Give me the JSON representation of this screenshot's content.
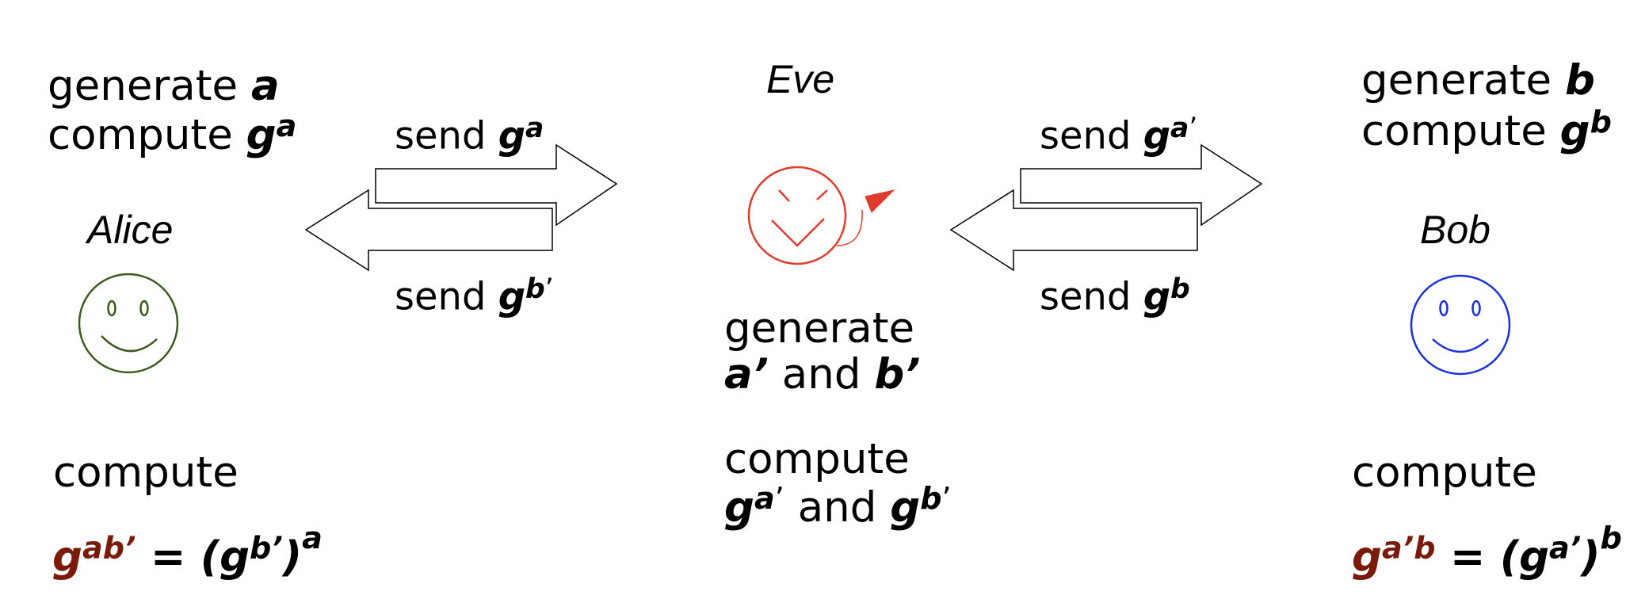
{
  "alice": {
    "line1_prefix": "generate ",
    "line1_var": "a",
    "line2_prefix": "compute ",
    "line2_base": "g",
    "line2_exp": "a",
    "name": "Alice",
    "compute_label": "compute",
    "result": {
      "lhs_base": "g",
      "lhs_exp": "ab’",
      "eq": " = (",
      "rhs_base": "g",
      "rhs_exp": "b’",
      "close": ")",
      "outer_exp": "a"
    },
    "face_color": "#3d5a1e"
  },
  "eve": {
    "name": "Eve",
    "gen_line1": "generate",
    "gen_var1": "a’",
    "gen_and": " and ",
    "gen_var2": "b’",
    "compute_label": "compute",
    "comp_base1": "g",
    "comp_exp1": "a",
    "comp_prime1": "’",
    "comp_and": " and ",
    "comp_base2": "g",
    "comp_exp2": "b",
    "comp_prime2": "’",
    "face_color": "#e03c2e"
  },
  "bob": {
    "line1_prefix": "generate ",
    "line1_var": "b",
    "line2_prefix": "compute ",
    "line2_base": "g",
    "line2_exp": "b",
    "name": "Bob",
    "compute_label": "compute",
    "result": {
      "lhs_base": "g",
      "lhs_exp": "a’b",
      "eq": " = (",
      "rhs_base": "g",
      "rhs_exp": "a’",
      "close": ")",
      "outer_exp": "b"
    },
    "face_color": "#1a2fe0"
  },
  "arrows": {
    "alice_to_eve": {
      "prefix": "send ",
      "base": "g",
      "exp": "a",
      "prime": ""
    },
    "eve_to_alice": {
      "prefix": "send ",
      "base": "g",
      "exp": "b",
      "prime": "’"
    },
    "eve_to_bob": {
      "prefix": "send ",
      "base": "g",
      "exp": "a",
      "prime": "’"
    },
    "bob_to_eve": {
      "prefix": "send ",
      "base": "g",
      "exp": "b",
      "prime": ""
    }
  }
}
